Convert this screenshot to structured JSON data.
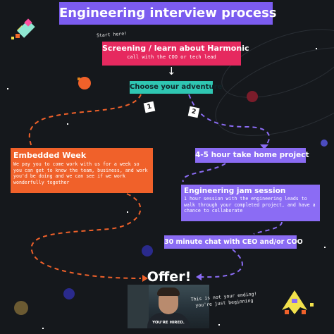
{
  "title": "Engineering interview process",
  "start_note": "Start here!",
  "screening": {
    "title": "Screening / learn about Harmonic",
    "subtitle": "call with the COO or tech lead"
  },
  "choose": "Choose your adventure",
  "tags": {
    "one": "1",
    "two": "2"
  },
  "embedded": {
    "title": "Embedded Week",
    "desc": "We pay you to come work with us for a week so you can get to know the team, business, and work you'd be doing and we can see if we work wonderfully together"
  },
  "takehome": "4-5 hour take home project",
  "jam": {
    "title": "Engineering jam session",
    "desc": "1 hour session with the engineering leads to walk through your completed project, and have a chance to collaborate"
  },
  "chat": "30 minute chat with CEO and/or COO",
  "offer": "Offer!",
  "photo_caption": "YOU'RE HIRED.",
  "ending_note": "This is not your ending! you're just beginning",
  "colors": {
    "background": "#15181c",
    "title": "#7b5cf0",
    "screening": "#e6295f",
    "choose": "#2fc6b2",
    "embedded": "#f0612a",
    "purple": "#8b6cf4"
  }
}
